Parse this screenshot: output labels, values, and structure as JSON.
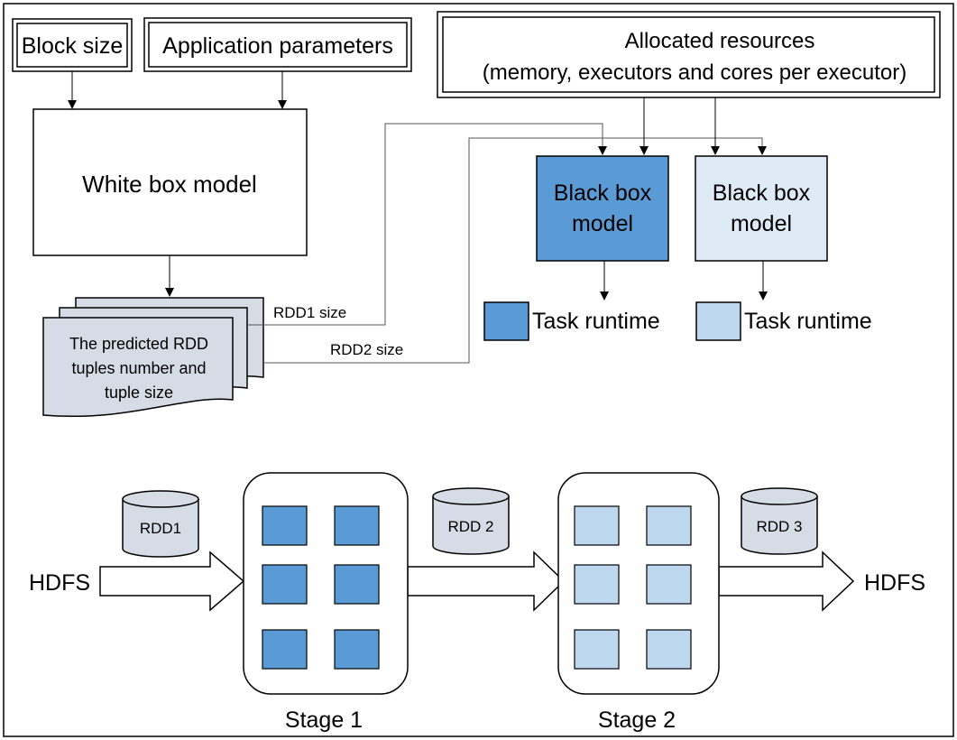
{
  "inputs": {
    "block_size": "Block size",
    "app_params": "Application parameters",
    "resources_line1": "Allocated resources",
    "resources_line2": "(memory, executors and cores per executor)"
  },
  "models": {
    "white_box": "White box model",
    "black_box_1_line1": "Black box",
    "black_box_1_line2": "model",
    "black_box_2_line1": "Black box",
    "black_box_2_line2": "model"
  },
  "prediction": {
    "line1": "The predicted RDD",
    "line2": "tuples number and",
    "line3": "tuple size",
    "rdd1_size": "RDD1 size",
    "rdd2_size": "RDD2 size"
  },
  "runtimes": {
    "task_runtime_1": "Task runtime",
    "task_runtime_2": "Task runtime"
  },
  "pipeline": {
    "hdfs_in": "HDFS",
    "hdfs_out": "HDFS",
    "rdd1": "RDD1",
    "rdd2": "RDD 2",
    "rdd3": "RDD 3",
    "stage1": "Stage 1",
    "stage2": "Stage 2"
  },
  "colors": {
    "dark_blue": "#5b9bd5",
    "light_blue": "#bdd7ee",
    "pale_blue": "#deebf7",
    "doc_fill": "#d6dce5",
    "cylinder_fill": "#d6dce5"
  }
}
